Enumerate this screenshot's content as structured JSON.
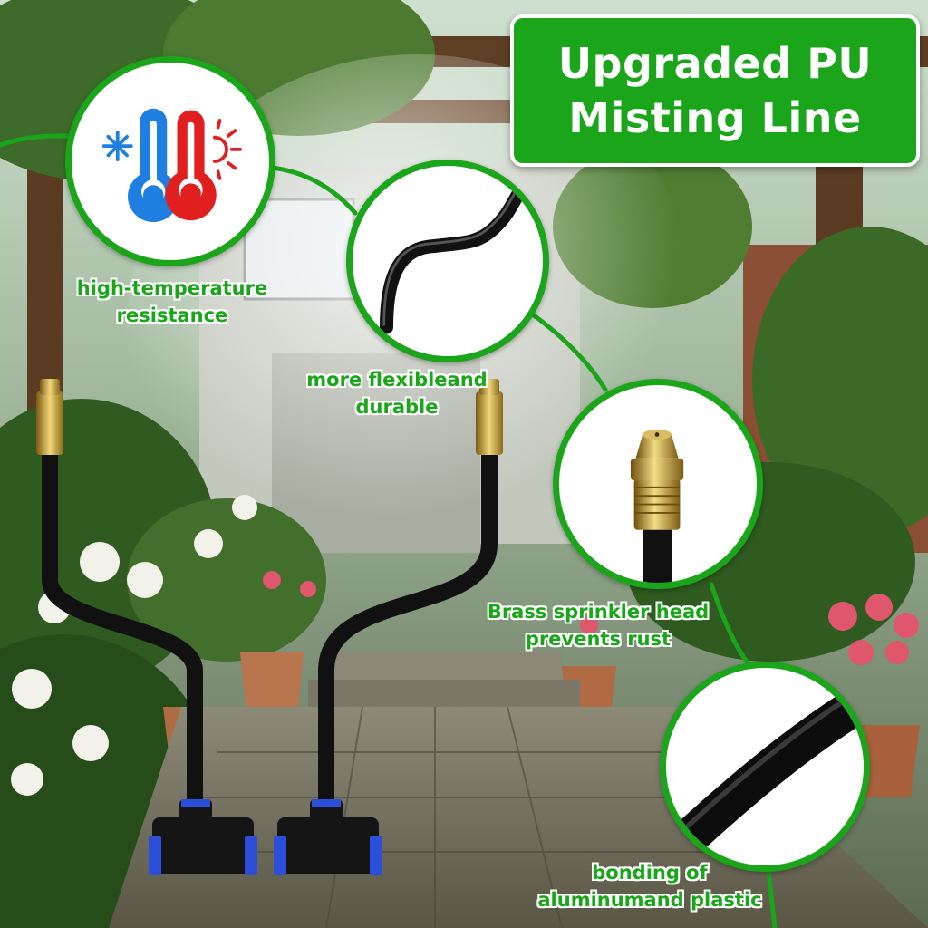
{
  "banner": {
    "line1": "Upgraded PU",
    "line2": "Misting Line"
  },
  "features": {
    "temperature": {
      "line1": "high-temperature",
      "line2": "resistance",
      "icon": "thermometer-icon"
    },
    "flexible": {
      "line1": "more flexibleand",
      "line2": "durable"
    },
    "brass": {
      "line1": "Brass sprinkler head",
      "line2": "prevents rust"
    },
    "bonding": {
      "line1": "bonding of",
      "line2": "aluminumand plastic"
    }
  },
  "colors": {
    "accent": "#1aa51a",
    "cold": "#1f7fe0",
    "hot": "#e21f1f",
    "hose": "#111111",
    "brass": "#c9a53a",
    "fitting_blue": "#2b4fd8"
  }
}
